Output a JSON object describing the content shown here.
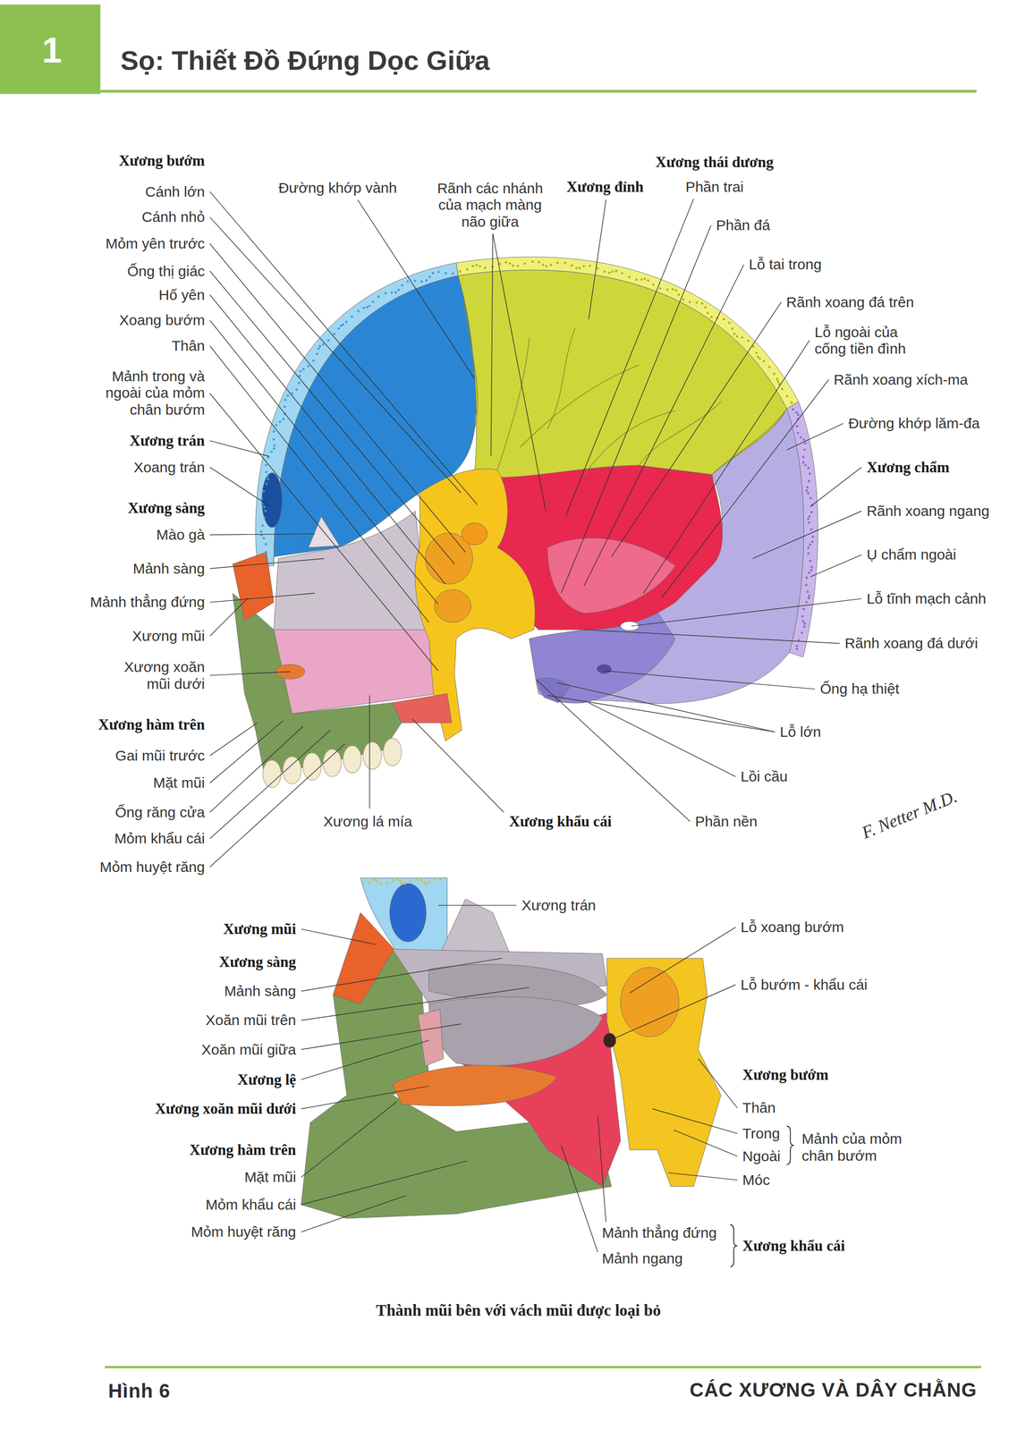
{
  "diagram": {
    "title": "Sọ: Thiết Đồ Đứng Dọc Giữa",
    "caption": "Thành mũi bên với vách mũi được loại bỏ",
    "labels": [
      "1",
      "Xương bướm",
      "Cánh lớn",
      "Cánh nhỏ",
      "Mỏm yên trước",
      "Ống thị giác",
      "Hố yên",
      "Xoang bướm",
      "Thân",
      "Mảnh trong và ngoài của mỏm chân bướm",
      "Xương trán",
      "Xoang trán",
      "Xương sàng",
      "Mào gà",
      "Mảnh sàng",
      "Mảnh thẳng đứng",
      "Xương mũi",
      "Xương xoăn mũi dưới",
      "Xương hàm trên",
      "Gai mũi trước",
      "Mặt mũi",
      "Ống răng cửa",
      "Mỏm khẩu cái",
      "Mỏm huyệt răng",
      "Đường khớp vành",
      "Rãnh các nhánh của mạch màng não giữa",
      "Xương đỉnh",
      "Xương thái dương",
      "Phần trai",
      "Phần đá",
      "Lỗ tai trong",
      "Rãnh xoang đá trên",
      "Lỗ ngoài của cống tiền đình",
      "Rãnh xoang xích-ma",
      "Đường khớp lăm-đa",
      "Xương chẩm",
      "Rãnh xoang ngang",
      "Ụ chẩm ngoài",
      "Lỗ tĩnh mạch cảnh",
      "Rãnh xoang đá dưới",
      "Ống hạ thiệt",
      "Lỗ lớn",
      "Lồi cầu",
      "Phần nền",
      "Xương lá mía",
      "Xương khẩu cái",
      "F. Netter M.D.",
      "Xương trán",
      "Xương mũi",
      "Lỗ xoang bướm",
      "Xương sàng",
      "Mảnh sàng",
      "Lỗ bướm - khẩu cái",
      "Xoăn mũi trên",
      "Xoăn mũi giữa",
      "Xương bướm",
      "Xương lệ",
      "Thân",
      "Xương xoăn mũi dưới",
      "Trong",
      "Mảnh của mỏm chân bướm",
      "Xương hàm trên",
      "Ngoài",
      "Mặt mũi",
      "Móc",
      "Mỏm khẩu cái",
      "Mỏm huyệt răng",
      "Mảnh thẳng đứng",
      "Xương khẩu cái",
      "Mảnh ngang",
      "Hình 6",
      "CÁC XƯƠNG VÀ DÂY CHẰNG"
    ]
  }
}
